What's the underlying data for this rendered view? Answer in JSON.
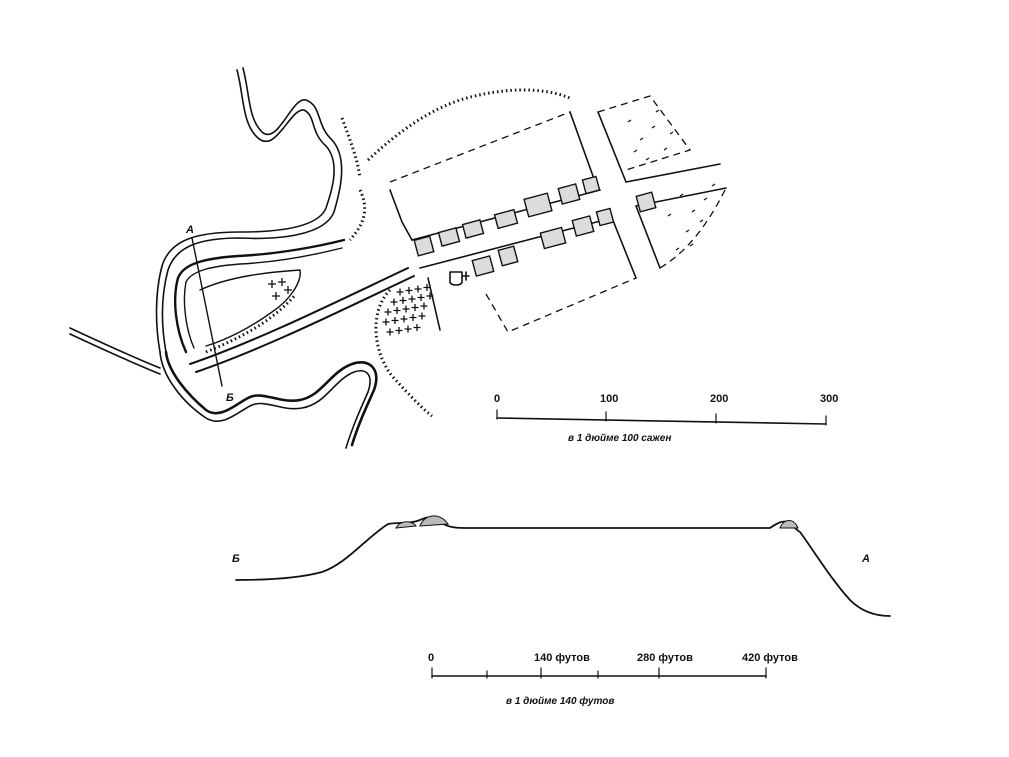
{
  "section_labels": {
    "a_top": "А",
    "b_bottom": "Б",
    "profile_left": "Б",
    "profile_right": "А"
  },
  "plan_scale": {
    "ticks": [
      "0",
      "100",
      "200",
      "300"
    ],
    "caption": "в 1 дюйме 100 сажен"
  },
  "profile_scale": {
    "ticks": [
      "0",
      "140 футов",
      "280 футов",
      "420 футов"
    ],
    "caption": "в 1 дюйме 140 футов"
  }
}
